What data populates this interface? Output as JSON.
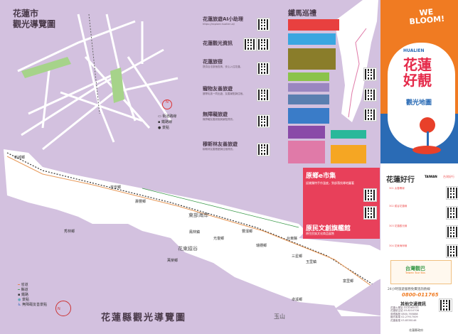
{
  "city_map": {
    "title_line1": "花蓮市",
    "title_line2": "觀光導覽圖",
    "compass": "N",
    "legend": [
      "街道路線",
      "鐵路線",
      "景點"
    ]
  },
  "services": [
    {
      "title": "花蓮旅遊AI小助理",
      "desc": "https://explore.hualien.ai/"
    },
    {
      "title": "花蓮觀光資訊",
      "desc": ""
    },
    {
      "title": "花蓮旅宿",
      "desc": "提供合法旅宿查詢，安心入住花蓮。"
    },
    {
      "title": "寵物友善旅遊",
      "desc": "攜帶毛孩一同出遊，友善景點與住宿。"
    },
    {
      "title": "無障礙旅遊",
      "desc": "無障礙友善設施與景點資訊。"
    },
    {
      "title": "穆斯林友善旅遊",
      "desc": "穆斯林友善餐廳與住宿資訊。"
    }
  ],
  "rail": {
    "title": "鐵馬巡禮",
    "routes": [
      {
        "color": "#e8403f"
      },
      {
        "color": "#3aa6e0"
      },
      {
        "color": "#8a7d2a"
      },
      {
        "color": "#8bc34a"
      },
      {
        "color": "#9a86c0"
      },
      {
        "color": "#5a7fb0"
      },
      {
        "color": "#3a7cc8"
      },
      {
        "color": "#8a4aa8"
      },
      {
        "color": "#e07aa8"
      },
      {
        "color": "#2ab89a"
      },
      {
        "color": "#f5a623"
      }
    ]
  },
  "cover": {
    "slogan_line1": "WE",
    "slogan_line2": "BLOOM!",
    "hualien": "HUALIEN",
    "title_line1": "花蓮",
    "title_line2": "好靚",
    "subtitle": "觀光地圖",
    "colors": {
      "orange": "#f07b22",
      "blue": "#2a6bb5",
      "red": "#e52a4a"
    }
  },
  "county_map": {
    "title": "花蓮縣觀光導覽圖",
    "compass": "N",
    "legend": [
      "省道",
      "縣道",
      "鐵路",
      "景點",
      "無障礙友善景點"
    ],
    "places": [
      "秀林鄉",
      "新城鄉",
      "吉安鄉",
      "壽豐鄉",
      "鳳林鎮",
      "萬榮鄉",
      "光復鄉",
      "豐濱鄉",
      "瑞穗鄉",
      "玉里鎮",
      "卓溪鄉",
      "富里鄉",
      "台東縣",
      "三星鄉",
      "花東縱谷",
      "東部海岸",
      "玉山"
    ]
  },
  "indigenous": {
    "title": "原鄉e市集",
    "subtitle": "認識獨特手作溫度，到部落找尋地圖著",
    "title2": "原民文創旗艦館",
    "desc": "原住民族文化商品展售"
  },
  "bus": {
    "title": "花蓮好行",
    "brand1": "TAIWAN",
    "brand2": "台灣好行",
    "routes": [
      "301 太魯閣線",
      "302 縱谷花蓮線",
      "303 花蓮觀光線",
      "304 花東海岸線"
    ],
    "tourbus": "台灣觀巴",
    "tourbus_en": "Taiwan Tour Bus",
    "hotline_label": "24小時旅遊服務免費諮詢熱線",
    "hotline": "0800-011765",
    "other": "其他交通資訊",
    "other_items": [
      "花蓮火車站 03-8360041",
      "花蓮航空站 03-8210706",
      "臺鐵客服 0800-765888",
      "國光客運 02-27917009",
      "花蓮客運 03-8338146"
    ],
    "publisher": "花蓮縣政府"
  }
}
